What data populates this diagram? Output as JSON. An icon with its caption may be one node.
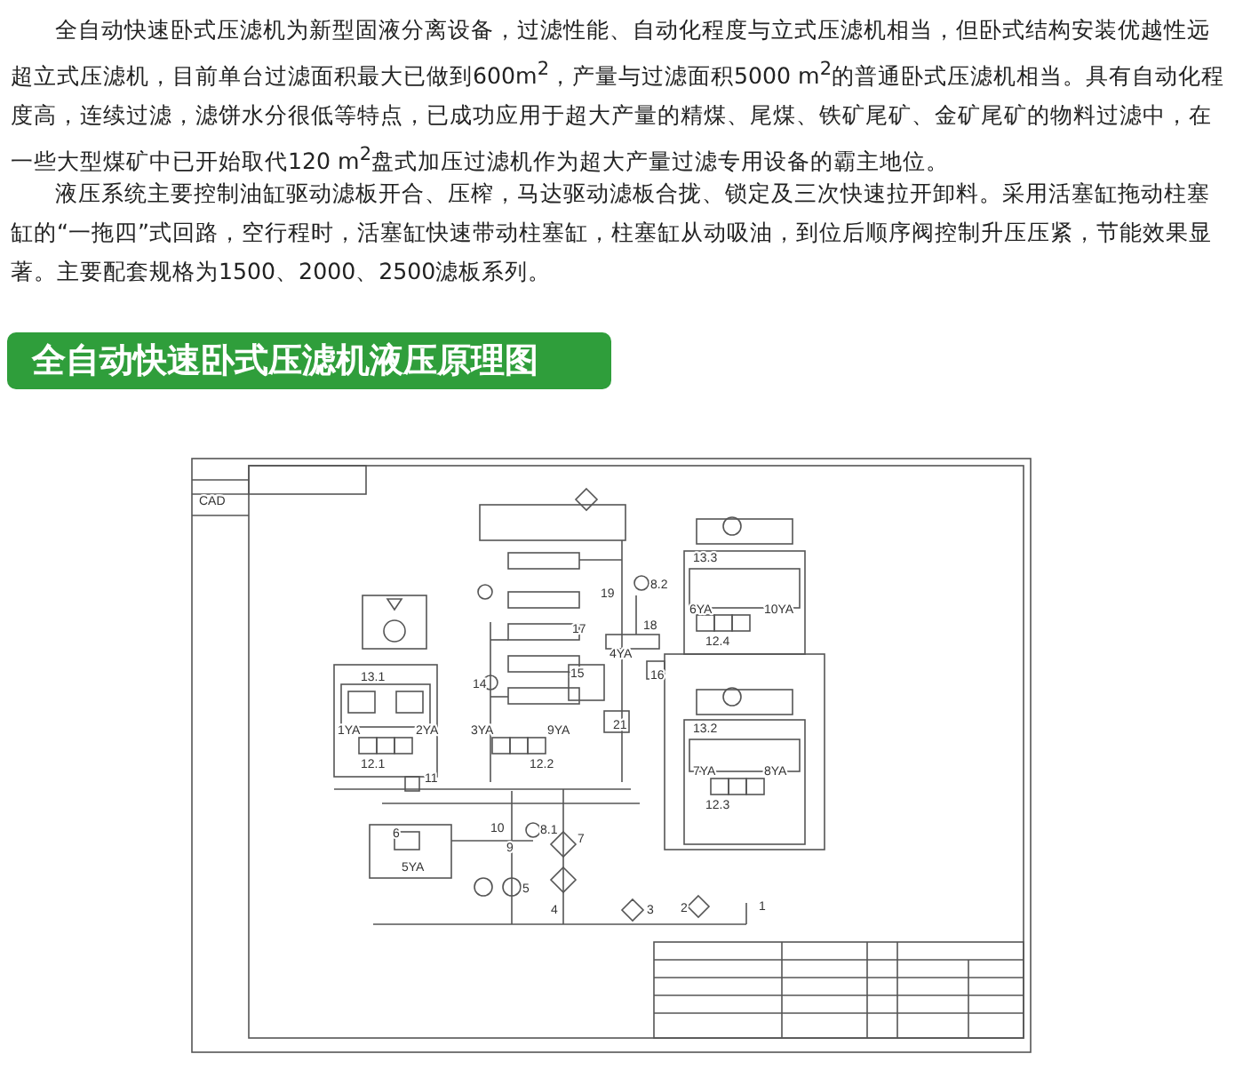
{
  "diagram": {
    "title": "全自动快速卧式压滤机液压原理图",
    "labels": [
      "全自动快速卧式压滤机为新型固液分离设备，过滤性能、自动化程度与立式压滤机相当，但卧式结构安装优越性远超立式压滤机，目前单台过滤面积最大已做到600m$^{2}$，产量与过滤面积5000 m$^{2}$的普通卧式压滤机相当。具有自动化程度高，连续过滤，滤饼水分很低等特点，已成功应用于超大产量的精煤、尾煤、铁矿尾矿、金矿尾矿的物料过滤中，在一些大型煤矿中已开始取代120 m$^{2}$盘式加压过滤机作为超大产量过滤专用设备的霸主地位。",
      "液压系统主要控制油缸驱动滤板开合、压榨，马达驱动滤板合拢、锁定及三次快速拉开卸料。采用活塞缸拖动柱塞缸的“一拖四”式回路，空行程时，活塞缸快速带动柱塞缸，柱塞缸从动吸油，到位后顺序阀控制升压压紧，节能效果显著。主要配套规格为1500、2000、2500滤板系列。",
      "CAD",
      "13.1",
      "1YA",
      "2YA",
      "12.1",
      "11",
      "3YA",
      "9YA",
      "12.2",
      "14",
      "17",
      "15",
      "19",
      "8.2",
      "18",
      "4YA",
      "16",
      "21",
      "13.3",
      "6YA",
      "10YA",
      "12.4",
      "13.2",
      "7YA",
      "8YA",
      "12.3",
      "6",
      "5YA",
      "10",
      "8.1",
      "9",
      "7",
      "5",
      "4",
      "3",
      "2",
      "1"
    ]
  }
}
